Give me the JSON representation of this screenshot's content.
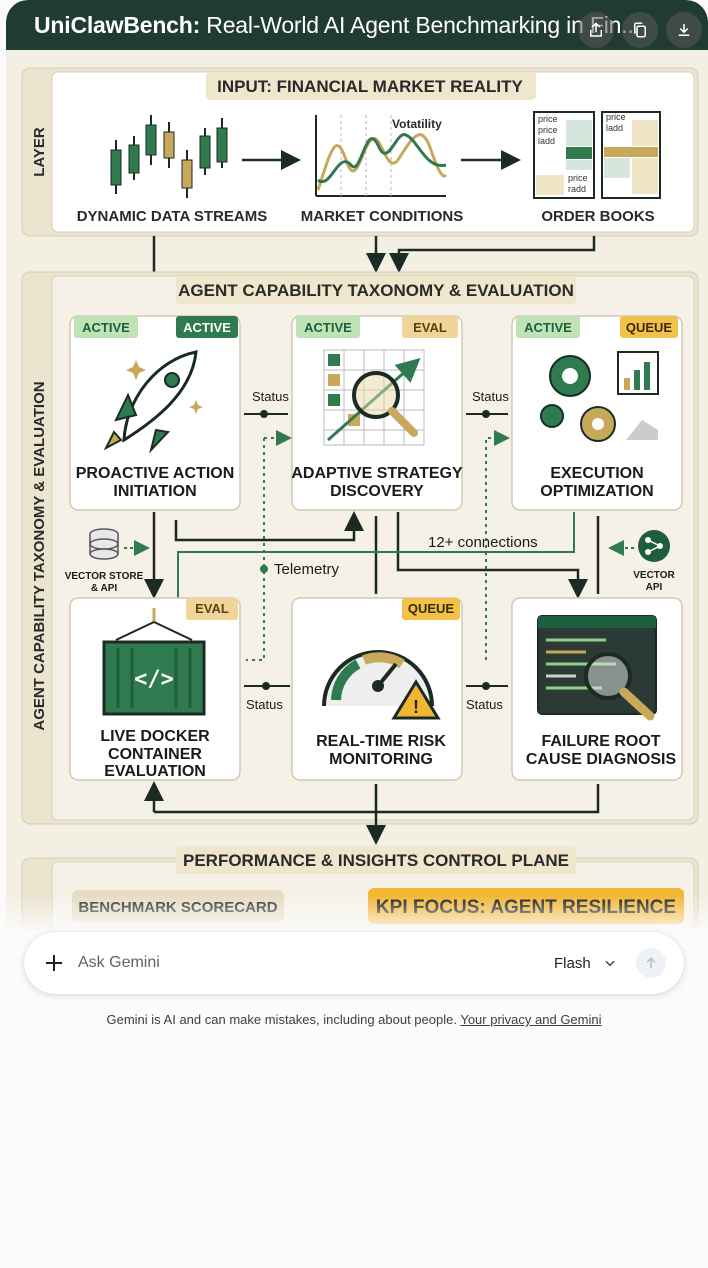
{
  "header": {
    "title_bold": "UniClawBench:",
    "title_rest": " Real-World AI Agent Benchmarking in Fin...",
    "share_icon": "share-icon",
    "copy_icon": "copy-icon",
    "download_icon": "download-icon"
  },
  "infographic": {
    "side_label_top": "LAYER",
    "side_label_middle": "AGENT CAPABILITY TAXONOMY & EVALUATION",
    "input_header": "INPUT: FINANCIAL MARKET REALITY",
    "input_items": [
      "DYNAMIC DATA STREAMS",
      "MARKET CONDITIONS",
      "ORDER BOOKS"
    ],
    "volatility_label": "Votatility",
    "order_book_labels": [
      "price",
      "price",
      "ladd",
      "price",
      "radd",
      "price",
      "ladd"
    ],
    "taxonomy_header": "AGENT CAPABILITY TAXONOMY & EVALUATION",
    "cards": [
      {
        "title": [
          "PROACTIVE ACTION",
          "INITIATION"
        ],
        "badges": [
          "ACTIVE",
          "ACTIVE"
        ]
      },
      {
        "title": [
          "ADAPTIVE STRATEGY",
          "DISCOVERY"
        ],
        "badges": [
          "ACTIVE",
          "EVAL"
        ]
      },
      {
        "title": [
          "EXECUTION",
          "OPTIMIZATION"
        ],
        "badges": [
          "ACTIVE",
          "QUEUE"
        ]
      },
      {
        "title": [
          "LIVE DOCKER",
          "CONTAINER",
          "EVALUATION"
        ],
        "badges": [
          "EVAL"
        ]
      },
      {
        "title": [
          "REAL-TIME RISK",
          "MONITORING"
        ],
        "badges": [
          "QUEUE"
        ]
      },
      {
        "title": [
          "FAILURE ROOT",
          "CAUSE DIAGNOSIS"
        ],
        "badges": []
      }
    ],
    "status_label": "Status",
    "connections_label": "12+ connections",
    "telemetry_label": "Telemetry",
    "vector_store_label": [
      "VECTOR STORE",
      "& API"
    ],
    "vector_api_label": [
      "VECTOR",
      "API"
    ],
    "performance_header": "PERFORMANCE & INSIGHTS CONTROL PLANE",
    "scorecard_label": "BENCHMARK SCORECARD",
    "kpi_label": "KPI FOCUS: AGENT RESILIENCE"
  },
  "composer": {
    "placeholder": "Ask Gemini",
    "model": "Flash",
    "plus_icon": "plus-icon",
    "chevron_icon": "chevron-down-icon",
    "send_icon": "arrow-up-icon"
  },
  "footer": {
    "disclaimer": "Gemini is AI and can make mistakes, including about people. ",
    "privacy_link": "Your privacy and Gemini"
  },
  "colors": {
    "dark_green": "#1f5d3f",
    "badge_green": "#8fd08a",
    "badge_gold": "#e8c77a",
    "kpi_orange": "#f2b632",
    "panel_bg": "#f3efe2"
  }
}
